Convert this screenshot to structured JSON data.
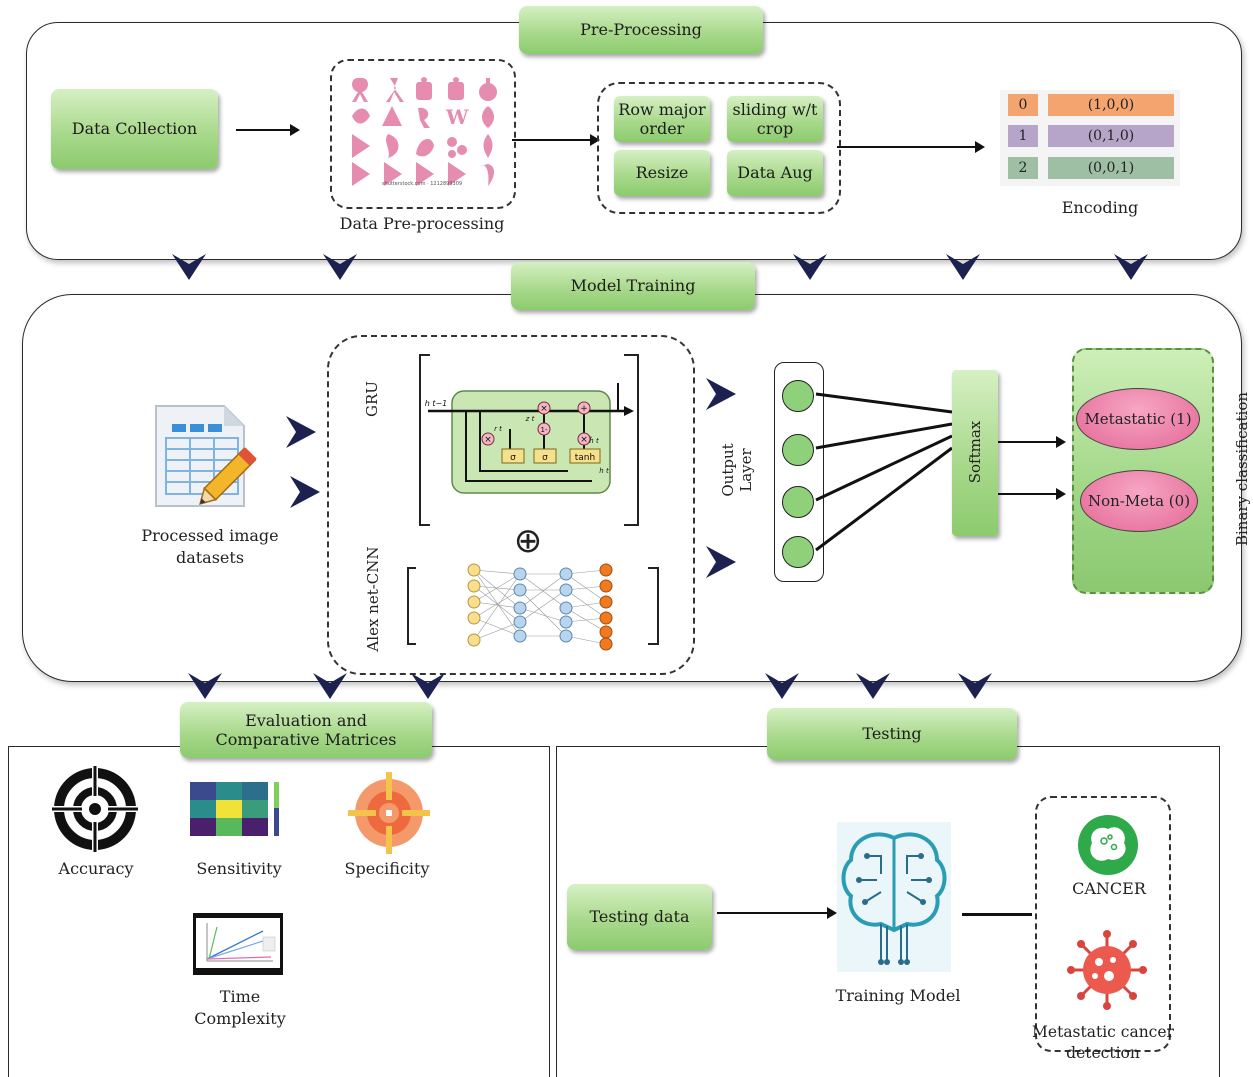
{
  "preprocessing": {
    "title": "Pre-Processing",
    "data_collection": "Data Collection",
    "data_preprocessing_label": "Data Pre-processing",
    "image_caption": "shutterstock.com · 1212899309",
    "steps": {
      "row_major": "Row major order",
      "sliding": "sliding w/t crop",
      "resize": "Resize",
      "data_aug": "Data Aug"
    },
    "encoding": {
      "label": "Encoding",
      "rows": [
        {
          "index": "0",
          "code": "(1,0,0)",
          "color": "#f4a46f"
        },
        {
          "index": "1",
          "code": "(0,1,0)",
          "color": "#b7a4c9"
        },
        {
          "index": "2",
          "code": "(0,0,1)",
          "color": "#9fbfa5"
        }
      ]
    }
  },
  "model_training": {
    "title": "Model Training",
    "processed_label": "Processed image datasets",
    "gru_label": "GRU",
    "alexnet_label": "Alex net-CNN",
    "gru_prev_state": "h t−1",
    "gru_gates": [
      "σ",
      "σ",
      "tanh"
    ],
    "gru_ops": [
      "×",
      "×",
      "1-",
      "+",
      "×"
    ],
    "gru_symbols": [
      "z t",
      "r t",
      "h̃ t",
      "h t"
    ],
    "plus_symbol": "⊕",
    "output_layer": "Output Layer",
    "softmax": "Softmax",
    "metastatic": "Metastatic (1)",
    "non_meta": "Non-Meta (0)",
    "binary_classification": "Binary classification"
  },
  "evaluation": {
    "title": "Evaluation and Comparative Matrices",
    "accuracy": "Accuracy",
    "sensitivity": "Sensitivity",
    "specificity": "Specificity",
    "time_complexity": "Time Complexity"
  },
  "testing": {
    "title": "Testing",
    "testing_data": "Testing data",
    "training_model": "Training Model",
    "cancer": "CANCER",
    "detection": "Metastatic cancer detection"
  },
  "colors": {
    "green_box": "#a9d98c",
    "arrow_chevron": "#1c2150",
    "pink_ellipse": "#e97aa3",
    "node_green": "#8fd17a"
  }
}
